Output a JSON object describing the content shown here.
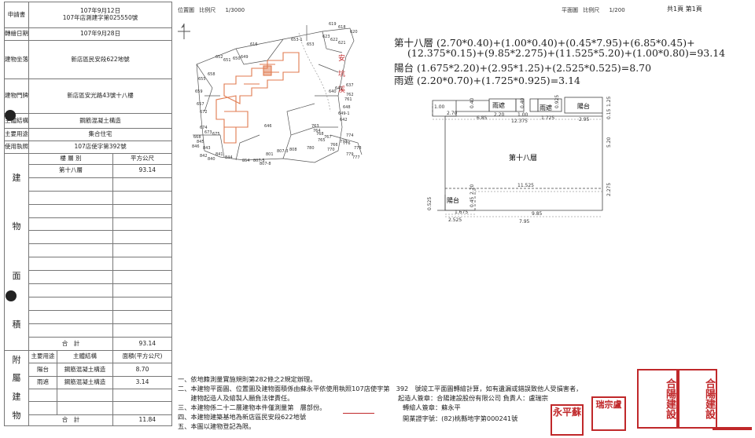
{
  "form": {
    "apply_label": "申請書",
    "apply_date": "107年9月12日",
    "apply_no": "107年店測建字第025550號",
    "transfer_date_label": "轉繪日期",
    "transfer_date": "107年9月28日",
    "building_site_label": "建物坐落",
    "building_site": "新店區民安段622地號",
    "building_door_label": "建物門牌",
    "building_door": "新店區安光路43號十八樓",
    "structure_label": "主體結構",
    "structure": "鋼筋混凝土構造",
    "main_use_label": "主要用途",
    "main_use": "集合住宅",
    "license_label": "使用執照",
    "license": "107店使字第392號",
    "floor_header": "樓 層 別",
    "sqm_header": "平方公尺",
    "floor_name": "第十八層",
    "floor_area": "93.14",
    "area_side_chars": [
      "建",
      "物",
      "面",
      "積"
    ],
    "total_label": "合　計",
    "total_value": "93.14",
    "attach_side_chars": [
      "附",
      "屬",
      "建",
      "物"
    ],
    "attach_headers": [
      "主要用途",
      "主體結構",
      "面積(平方公尺)"
    ],
    "attach_rows": [
      {
        "use": "陽台",
        "struct": "鋼筋混凝土構造",
        "area": "8.70"
      },
      {
        "use": "雨遮",
        "struct": "鋼筋混凝土構造",
        "area": "3.14"
      }
    ],
    "attach_total_label": "合　計",
    "attach_total_value": "11.84"
  },
  "location": {
    "title": "位置圖",
    "scale_label": "比例尺",
    "scale": "1/3000",
    "parcel_labels": [
      "619",
      "618",
      "623",
      "622",
      "621",
      "620",
      "616",
      "653-1",
      "653",
      "652",
      "651",
      "650",
      "649",
      "655",
      "658",
      "659",
      "657",
      "672",
      "674",
      "673",
      "675",
      "668",
      "845",
      "846",
      "843",
      "842",
      "840",
      "841",
      "844",
      "854",
      "807-5",
      "807-8",
      "801",
      "807-3",
      "808",
      "780",
      "779",
      "777",
      "778",
      "776",
      "774",
      "773",
      "770",
      "766",
      "767",
      "768",
      "765",
      "764",
      "763",
      "761",
      "762",
      "648",
      "649-1",
      "642",
      "640",
      "641",
      "646",
      "637",
      "636"
    ],
    "river_chars": [
      "安",
      "坑",
      "溪"
    ]
  },
  "plan": {
    "title": "平面圖",
    "scale_label": "比例尺",
    "scale": "1/200",
    "page": "共1頁 第1頁",
    "formula_floor": "第十八層 (2.70*0.40)+(1.00*0.40)+(0.45*7.95)+(6.85*0.45)+",
    "formula_floor2": "(12.375*0.15)+(9.85*2.275)+(11.525*5.20)+(1.00*0.80)=93.14",
    "formula_balcony": "陽台 (1.675*2.20)+(2.95*1.25)+(2.525*0.525)=8.70",
    "formula_canopy": "雨遮 (2.20*0.70)+(1.725*0.925)=3.14",
    "room_label": "第十八層",
    "balcony_label": "陽台",
    "balcony_label2": "陽台",
    "canopy_label": "雨遮",
    "canopy_label2": "雨遮",
    "dims": [
      "1.00",
      "2.70",
      "0.40",
      "6.85",
      "2.20",
      "1.00",
      "0.40",
      "12.375",
      "1.725",
      "0.925",
      "2.95",
      "1.25",
      "0.15",
      "5.20",
      "11.525",
      "2.20",
      "2.275",
      "0.45",
      "1.675",
      "9.85",
      "0.525",
      "2.525",
      "7.95"
    ]
  },
  "notes": {
    "lines": [
      "一、依地籍測量實施規則第282條之2規定辦理。",
      "二、本建物平面圖、位置圖及建物面積係由蘇永平依使用執照107店使字第　392　號竣工平面圖轉繪計算，如有遺漏或錯誤致他人受損害者，",
      "　　建物起造人及繪製人願負法律責任。",
      "三、本建物係二十二層建物本件僅測量第　層部份。",
      "四、本建物建築基地為新店區民安段622地號",
      "五、本圖以建物登記為限。"
    ],
    "builder": "起造人簽章：合陽建設股份有限公司 負責人：盧瑞宗",
    "transferor": "轉繪人簽章：蘇永平",
    "license_no": "開業證字號：(82)桃縣地字第000241號"
  },
  "seals": {
    "seal1": "永平蘇",
    "seal2": "瑞宗盧",
    "seal3": "合陽建設",
    "seal4": "合陽建設"
  }
}
